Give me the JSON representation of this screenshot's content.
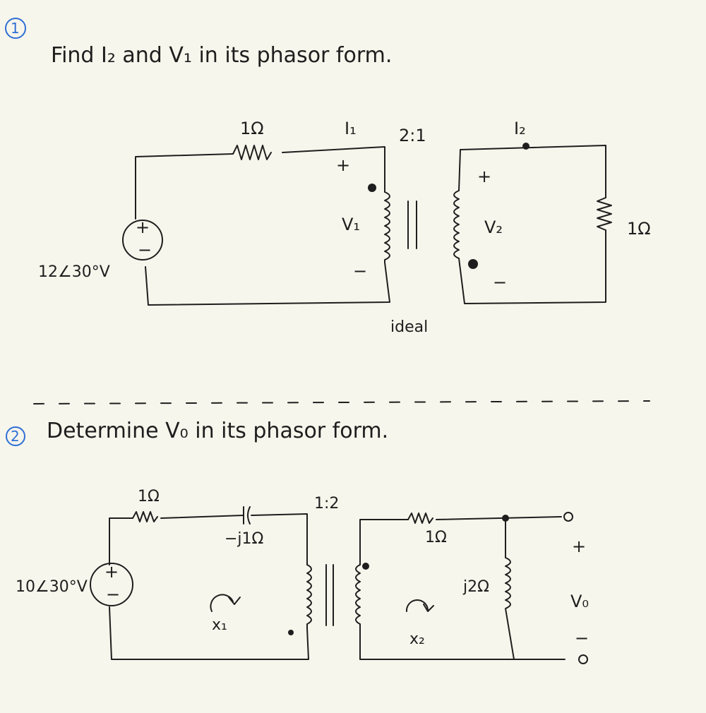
{
  "problem1": {
    "number": "1",
    "title": "Find I₂ and V₁ in its phasor form.",
    "source": "12∠30°V",
    "source_plus": "+",
    "source_minus": "−",
    "r1": "1Ω",
    "i1": "I₁",
    "ratio": "2:1",
    "i2": "I₂",
    "v1_plus": "+",
    "v1": "V₁",
    "v1_minus": "−",
    "v2_plus": "+",
    "v2": "V₂",
    "v2_minus": "−",
    "rload": "1Ω",
    "ideal": "ideal"
  },
  "problem2": {
    "number": "2",
    "title": "Determine V₀ in its phasor form.",
    "source": "10∠30°V",
    "source_plus": "+",
    "source_minus": "−",
    "r1": "1Ω",
    "cap": "−j1Ω",
    "ratio": "1:2",
    "r2": "1Ω",
    "ind": "j2Ω",
    "x1": "x₁",
    "x2": "x₂",
    "vo_plus": "+",
    "vo": "V₀",
    "vo_minus": "−"
  }
}
